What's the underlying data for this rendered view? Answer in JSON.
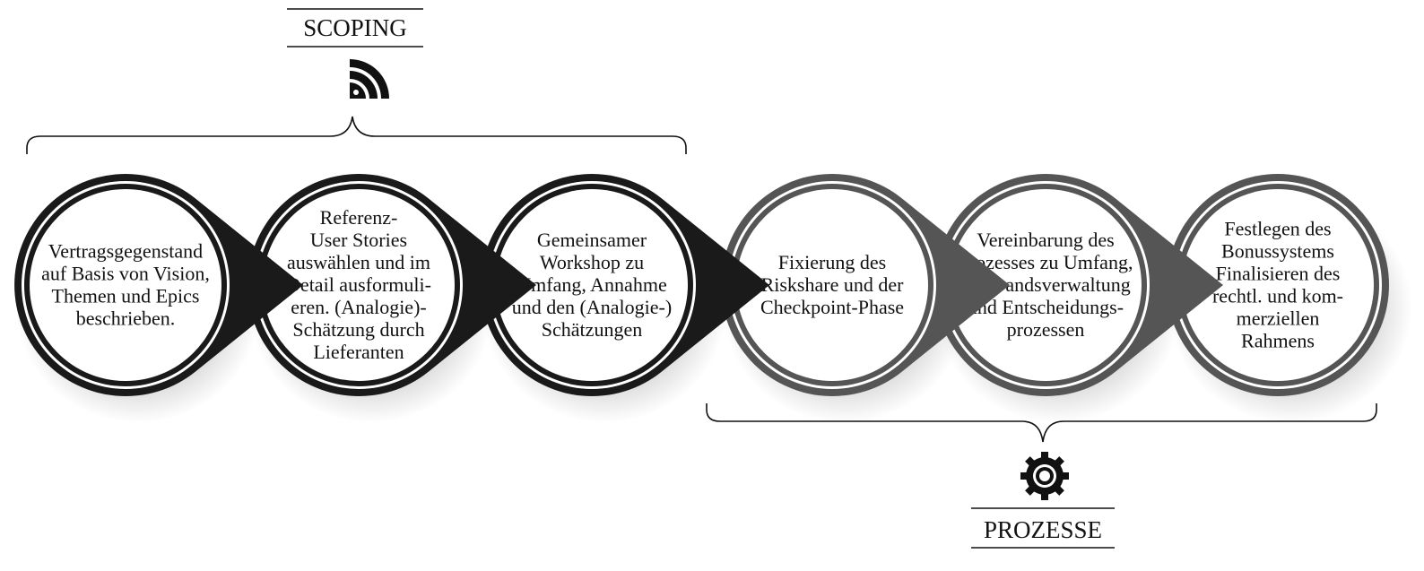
{
  "scoping": {
    "label": "SCOPING",
    "icon": "wifi-signal-icon"
  },
  "prozesse": {
    "label": "PROZESSE",
    "icon": "gear-icon"
  },
  "colors": {
    "dark_ring": "#1a1a1a",
    "grey_ring": "#555555",
    "text": "#111111",
    "background": "#ffffff"
  },
  "steps": [
    {
      "style": "dark",
      "lines": [
        "Vertragsgegenstand",
        "auf Basis von Vision,",
        "Themen und Epics",
        "beschrieben."
      ]
    },
    {
      "style": "dark",
      "lines": [
        "Referenz-",
        "User Stories",
        "auswählen und im",
        "Detail ausformuli-",
        "eren. (Analogie)-",
        "Schätzung durch",
        "Lieferanten"
      ]
    },
    {
      "style": "dark",
      "lines": [
        "Gemeinsamer",
        "Workshop zu",
        "Umfang, Annahme",
        "und den (Analogie-)",
        "Schätzungen"
      ]
    },
    {
      "style": "grey",
      "lines": [
        "Fixierung des",
        "Riskshare und der",
        "Checkpoint-Phase"
      ]
    },
    {
      "style": "grey",
      "lines": [
        "Vereinbarung des",
        "Prozesses zu Umfang,",
        "Aufwandsverwaltung",
        "und Entscheidungs-",
        "prozessen"
      ]
    },
    {
      "style": "grey",
      "lines": [
        "Festlegen des",
        "Bonussystems",
        "Finalisieren des",
        "rechtl. und kom-",
        "merziellen",
        "Rahmens"
      ]
    }
  ]
}
